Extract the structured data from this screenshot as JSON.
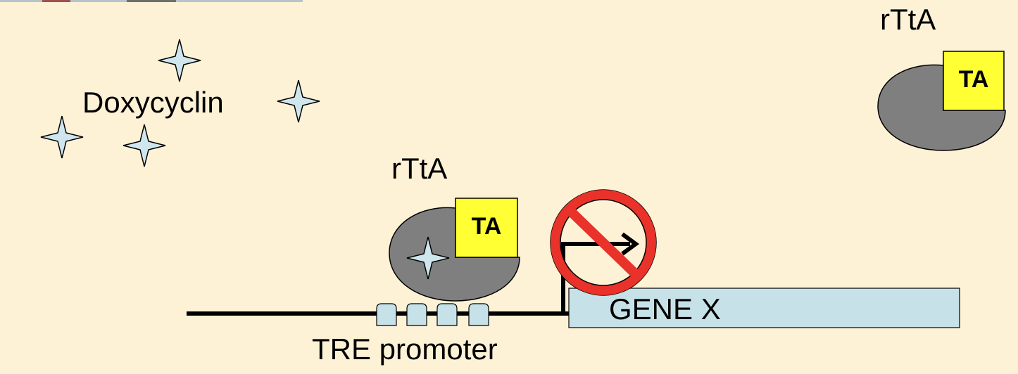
{
  "diagram": {
    "doxycycline_label": "Doxycyclin",
    "rtta_label_bound": "rTtA",
    "rtta_label_free": "rTtA",
    "ta_label_bound": "TA",
    "ta_label_free": "TA",
    "gene_label": "GENE X",
    "promoter_label": "TRE promoter"
  },
  "colors": {
    "background": "#fdf2d6",
    "protein_body": "#7f7f7f",
    "ta_domain": "#ffff33",
    "gene_box": "#c6e2e8",
    "star": "#cfe6ee",
    "prohibition": "#e8322a",
    "dna_line": "#000000"
  },
  "icons": {
    "star": "four-point-star-icon",
    "no_transcription": "no-entry-icon",
    "transcription_arrow": "bent-arrow-icon"
  }
}
